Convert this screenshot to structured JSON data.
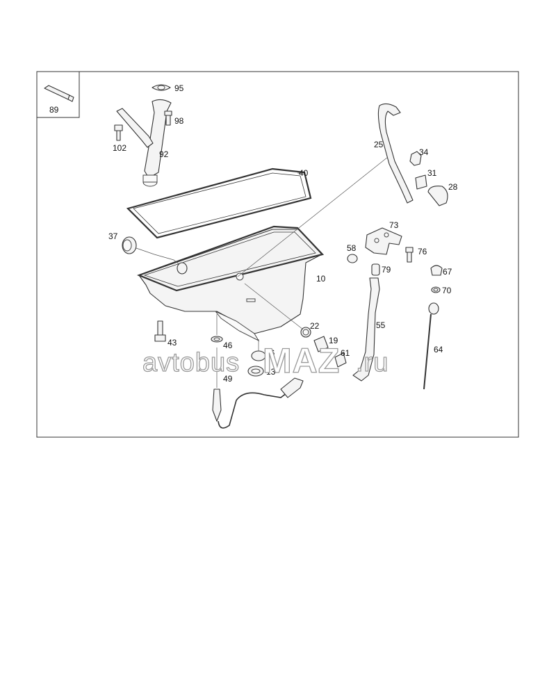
{
  "watermark": {
    "prefix": "avtobus",
    "brand": "MAZ",
    "suffix": ".ru"
  },
  "callouts": {
    "c89": "89",
    "c95": "95",
    "c98": "98",
    "c102": "102",
    "c92": "92",
    "c40": "40",
    "c25": "25",
    "c34": "34",
    "c31": "31",
    "c28": "28",
    "c37": "37",
    "c73": "73",
    "c58": "58",
    "c76": "76",
    "c79": "79",
    "c67": "67",
    "c70": "70",
    "c10": "10",
    "c22": "22",
    "c55": "55",
    "c43": "43",
    "c46": "46",
    "c19": "19",
    "c16": "16",
    "c61": "61",
    "c64": "64",
    "c13": "13",
    "c49": "49"
  }
}
